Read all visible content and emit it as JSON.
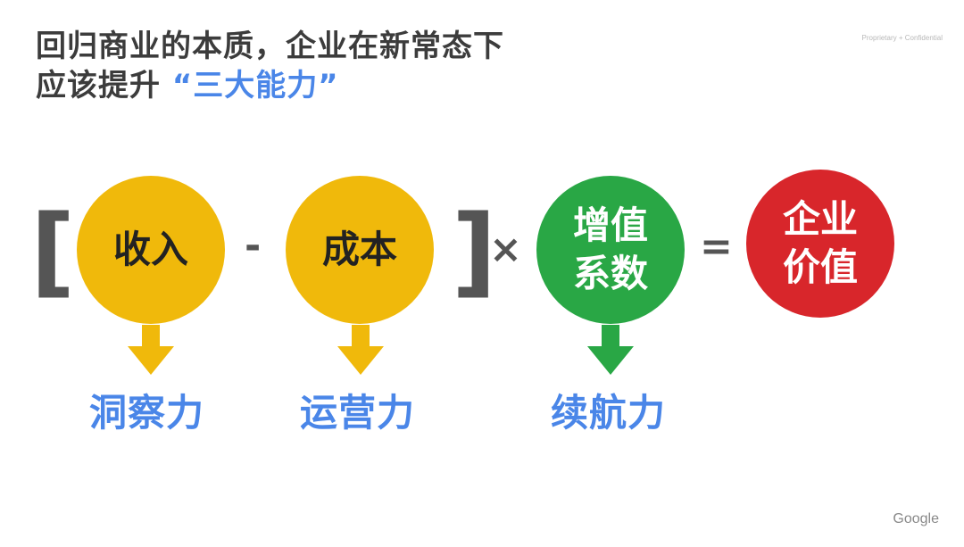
{
  "title": {
    "line1": "回归商业的本质，企业在新常态下",
    "line2_prefix": "应该提升 ",
    "line2_highlight": "“三大能力”"
  },
  "watermark": "Proprietary + Confidential",
  "formula": {
    "open_bracket": "[",
    "close_bracket": "]",
    "minus": "-",
    "times": "×",
    "equals": "=",
    "revenue": "收入",
    "cost": "成本",
    "value_coefficient_line1": "增值",
    "value_coefficient_line2": "系数",
    "enterprise_value_line1": "企业",
    "enterprise_value_line2": "价值"
  },
  "abilities": {
    "insight": "洞察力",
    "operation": "运营力",
    "endurance": "续航力"
  },
  "colors": {
    "yellow": "#f0b90b",
    "green": "#29a745",
    "red": "#d8262b",
    "blue": "#4a86e8"
  },
  "footer": "Google"
}
